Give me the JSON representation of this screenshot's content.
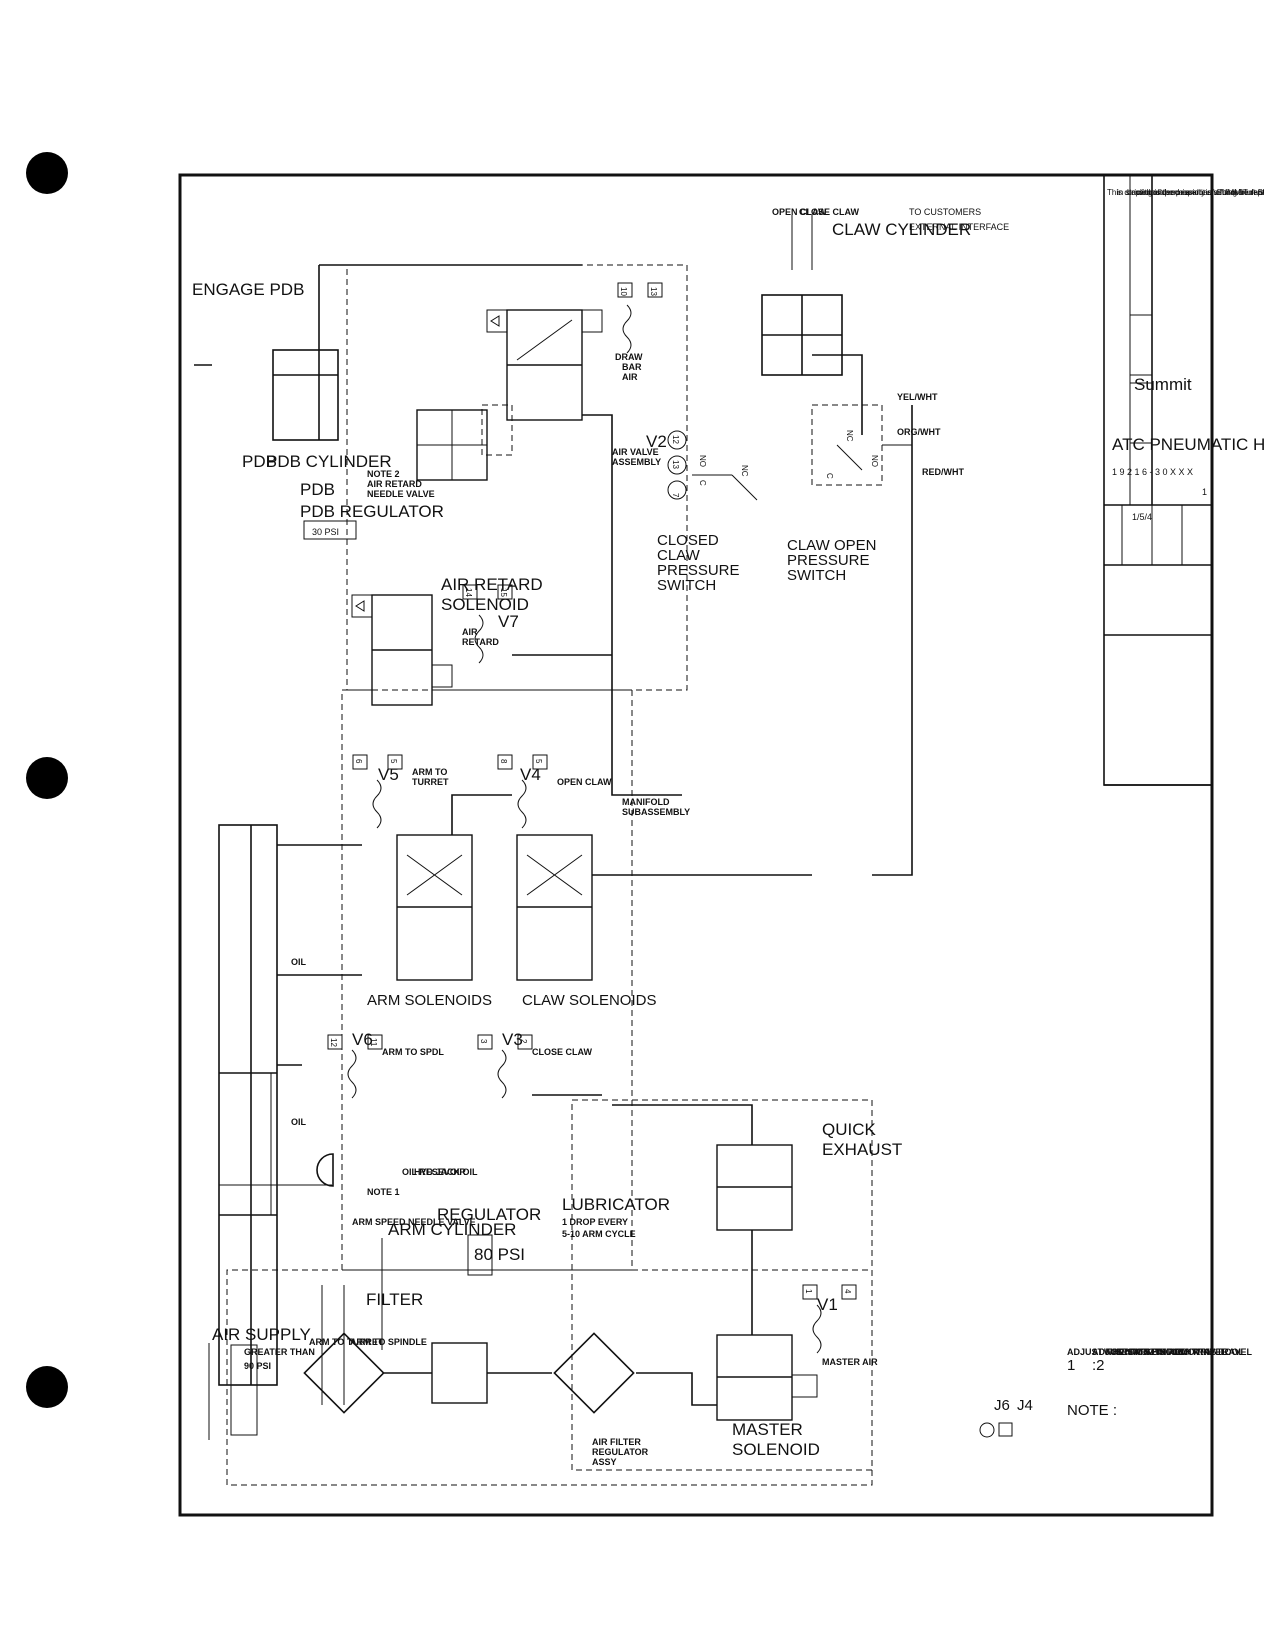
{
  "arm": {
    "title": "ARM CYLINDER",
    "oil_reservoir": "OIL RESEVOIR",
    "hyd_jack_oil": "HYD JACK OIL",
    "oil": "OIL",
    "note1": "NOTE 1",
    "arm_speed": "ARM SPEED NEEDLE VALVE",
    "to_turret": "ARM TO TURRET",
    "to_spindle": "ARM TO SPINDLE"
  },
  "pdb": {
    "engage": "ENGAGE PDB",
    "cylinder": "PDB CYLINDER",
    "regulator": "PDB REGULATOR",
    "reg_psi": "30 PSI"
  },
  "retard": {
    "note2": "NOTE 2",
    "needle_l1": "AIR RETARD",
    "needle_l2": "NEEDLE VALVE",
    "sol_l1": "AIR RETARD",
    "sol_l2": "SOLENOID",
    "v7": "V7",
    "p14": "14",
    "p15": "15",
    "coil_l1": "AIR",
    "coil_l2": "RETARD"
  },
  "v2": {
    "name": "V2",
    "p10": "10",
    "p13": "13",
    "l1": "DRAW",
    "l2": "BAR",
    "l3": "AIR"
  },
  "valve_assy": {
    "l1": "AIR VALVE",
    "l2": "ASSEMBLY"
  },
  "closed_sw": {
    "l1": "CLOSED",
    "l2": "CLAW",
    "l3": "PRESSURE",
    "l4": "SWITCH",
    "p7": "7",
    "p13": "13",
    "p12": "12",
    "c": "C",
    "no": "NO",
    "nc": "NC"
  },
  "claw": {
    "open": "OPEN CLAW",
    "close": "CLOSE CLAW",
    "cylinder": "CLAW CYLINDER",
    "to_cust1": "TO CUSTOMERS",
    "to_cust2": "EXTERNAL INTERFACE"
  },
  "open_sw": {
    "l1": "CLAW OPEN",
    "l2": "PRESSURE",
    "l3": "SWITCH",
    "c": "C",
    "no": "NO",
    "nc": "NC",
    "yel": "YEL/WHT",
    "org": "ORG/WHT",
    "red": "RED/WHT"
  },
  "v5": {
    "name": "V5",
    "p5": "5",
    "p6": "6",
    "l1": "ARM TO",
    "l2": "TURRET"
  },
  "v4": {
    "name": "V4",
    "p5": "5",
    "p8": "8",
    "label": "OPEN CLAW"
  },
  "manifold": {
    "l1": "MANIFOLD",
    "l2": "SUBASSEMBLY"
  },
  "v6": {
    "name": "V6",
    "p11": "11",
    "p12": "12",
    "label": "ARM TO SPDL"
  },
  "v3": {
    "name": "V3",
    "p2": "2",
    "p3": "3",
    "label": "CLOSE CLAW"
  },
  "arm_solenoids": "ARM SOLENOIDS",
  "claw_solenoids": "CLAW SOLENOIDS",
  "supply": {
    "title": "AIR SUPPLY",
    "greater1": "GREATER THAN",
    "greater2": "90 PSI",
    "filter": "FILTER",
    "regulator": "REGULATOR",
    "reg_psi": "80 PSI",
    "lubricator": "LUBRICATOR",
    "lub1": "1 DROP EVERY",
    "lub2": "5-10 ARM CYCLE",
    "afr1": "AIR FILTER",
    "afr2": "REGULATOR",
    "afr3": "ASSY"
  },
  "master": {
    "l1": "MASTER",
    "l2": "SOLENOID",
    "quick1": "QUICK",
    "quick2": "EXHAUST",
    "v1": "V1",
    "p1": "1",
    "p4": "4",
    "air": "MASTER AIR"
  },
  "legend": {
    "j6": "J6",
    "j4": "J4"
  },
  "notes": {
    "head": "NOTE :",
    "n1_num": "1",
    "n1": "ADJUST FOR SMOOTH ARM TRAVEL",
    "n2_num": ":2",
    "n2a": "ADJUST FOR SMOOTH ARM TRAVEL",
    "n2b": "WHEN ARM IS REMOVING TOOL",
    "n2c": "FROM SPINDLE."
  },
  "title_block": {
    "disc1": "This drawing is the property of SUMMIT. It is issued",
    "disc2": "in strict confidence and it shall not be reproduced or",
    "disc3": "copied or used as a basis for manufacturing or sales",
    "disc4": "without permission in writing from SUMMIT.",
    "company": "Summit",
    "title": "ATC PNEUMATIC HYDRAULIC SYST",
    "number": "1 9   2 1 6 - 3 0 X   X X",
    "sheet": "1",
    "date": "1/5/4"
  }
}
